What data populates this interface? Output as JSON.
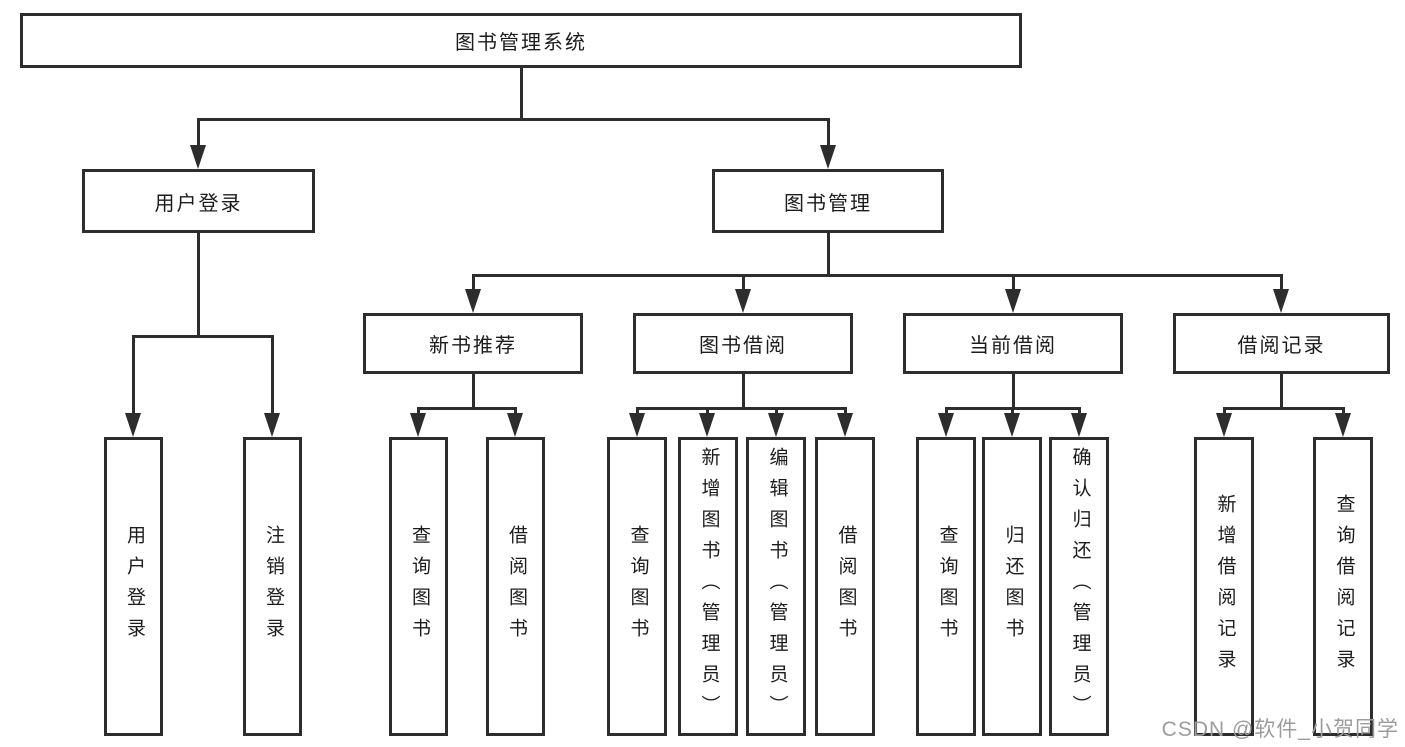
{
  "diagram": {
    "root": {
      "label": "图书管理系统"
    },
    "level2": [
      {
        "label": "用户登录"
      },
      {
        "label": "图书管理"
      }
    ],
    "level3": [
      {
        "label": "新书推荐"
      },
      {
        "label": "图书借阅"
      },
      {
        "label": "当前借阅"
      },
      {
        "label": "借阅记录"
      }
    ],
    "leaves": [
      {
        "label": "用户登录"
      },
      {
        "label": "注销登录"
      },
      {
        "label": "查询图书"
      },
      {
        "label": "借阅图书"
      },
      {
        "label": "查询图书"
      },
      {
        "label": "新增图书（管理员）"
      },
      {
        "label": "编辑图书（管理员）"
      },
      {
        "label": "借阅图书"
      },
      {
        "label": "查询图书"
      },
      {
        "label": "归还图书"
      },
      {
        "label": "确认归还（管理员）"
      },
      {
        "label": "新增借阅记录"
      },
      {
        "label": "查询借阅记录"
      }
    ]
  },
  "watermark": {
    "text": "CSDN @软件_小贺同学"
  },
  "colors": {
    "line": "#2d2d2d",
    "text": "#1c1c1c",
    "watermark": "#9c9c9c",
    "background": "#ffffff"
  }
}
